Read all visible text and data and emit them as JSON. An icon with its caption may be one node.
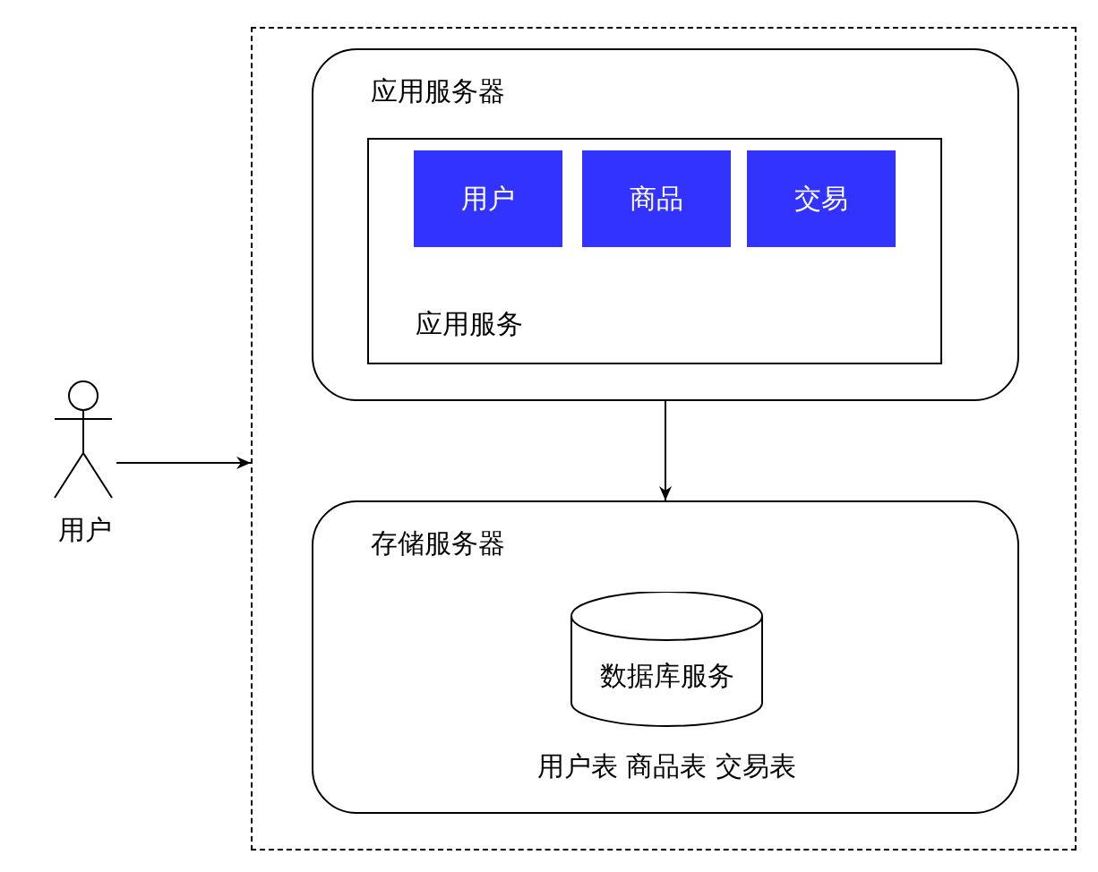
{
  "diagram": {
    "nodes": [
      {
        "text": [],
        "shape": "box"
      },
      {
        "text": [
          "应用服务器"
        ],
        "in": 0
      },
      {
        "text": [
          "应用服务"
        ],
        "in": 1
      },
      {
        "text": [
          "用户"
        ],
        "in": 2
      },
      {
        "text": [
          "商品"
        ],
        "in": 2
      },
      {
        "text": [
          "交易"
        ],
        "in": 2
      },
      {
        "text": [
          "存储服务器"
        ],
        "in": 0
      },
      {
        "text": [
          "数据库服务"
        ],
        "in": 6,
        "beside": [
          "用户表 商品表 交易表"
        ]
      },
      {
        "text": [
          "用户"
        ]
      }
    ],
    "edges": [
      {
        "from": 8,
        "to": 0,
        "arrow": "to"
      },
      {
        "from": 1,
        "to": 6,
        "arrow": "to"
      }
    ]
  }
}
